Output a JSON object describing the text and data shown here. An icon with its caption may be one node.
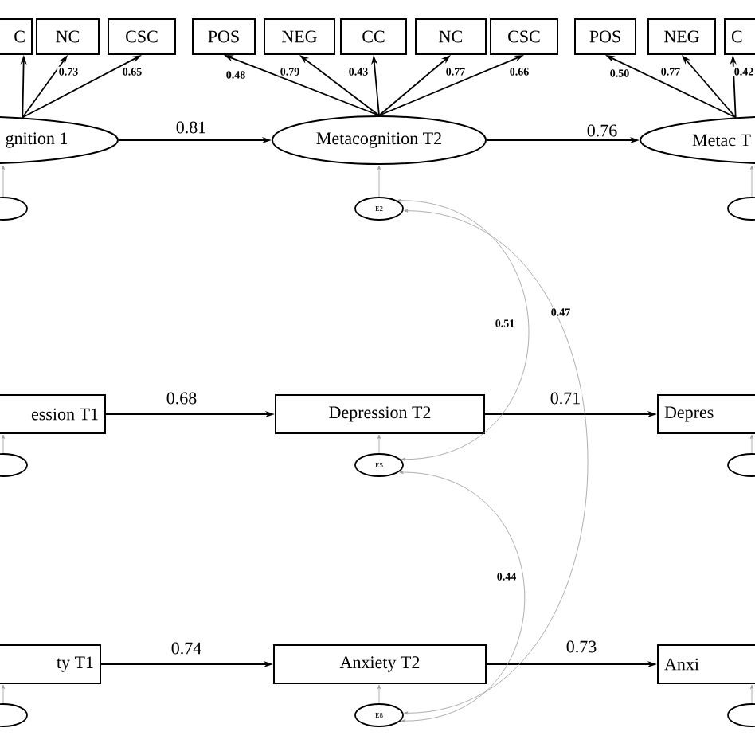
{
  "diagram": {
    "nodes": [
      {
        "text": [
          "C"
        ]
      },
      {
        "text": [
          "NC"
        ]
      },
      {
        "text": [
          "CSC"
        ]
      },
      {
        "text": [
          "POS"
        ]
      },
      {
        "text": [
          "NEG"
        ]
      },
      {
        "text": [
          "CC"
        ]
      },
      {
        "text": [
          "NC"
        ]
      },
      {
        "text": [
          "CSC"
        ]
      },
      {
        "text": [
          "POS"
        ]
      },
      {
        "text": [
          "NEG"
        ]
      },
      {
        "text": [
          "C"
        ]
      },
      {
        "text": [
          "gnition 1"
        ]
      },
      {
        "text": [
          "Metacognition T2"
        ]
      },
      {
        "text": [
          "Metac T"
        ]
      },
      {
        "text": [],
        "shape": "ellipse"
      },
      {
        "text": [
          "E2"
        ]
      },
      {
        "text": [],
        "shape": "ellipse"
      },
      {
        "text": [
          "ession T1"
        ]
      },
      {
        "text": [
          "Depression T2"
        ]
      },
      {
        "text": [
          "Depres"
        ]
      },
      {
        "text": [],
        "shape": "ellipse"
      },
      {
        "text": [
          "E5"
        ]
      },
      {
        "text": [],
        "shape": "ellipse"
      },
      {
        "text": [
          "ty T1"
        ]
      },
      {
        "text": [
          "Anxiety T2"
        ]
      },
      {
        "text": [
          "Anxi"
        ]
      },
      {
        "text": [],
        "shape": "ellipse"
      },
      {
        "text": [
          "E8"
        ]
      },
      {
        "text": [],
        "shape": "ellipse"
      }
    ],
    "edges": [
      {
        "from": 11,
        "to": 0,
        "arrow": "to"
      },
      {
        "from": 11,
        "to": 1,
        "arrow": "to",
        "label": "0.73"
      },
      {
        "from": 11,
        "to": 2,
        "arrow": "to",
        "label": "0.65"
      },
      {
        "from": 12,
        "to": 3,
        "arrow": "to",
        "label": "0.48"
      },
      {
        "from": 12,
        "to": 4,
        "arrow": "to",
        "label": "0.79"
      },
      {
        "from": 12,
        "to": 5,
        "arrow": "to",
        "label": "0.43"
      },
      {
        "from": 12,
        "to": 6,
        "arrow": "to",
        "label": "0.77"
      },
      {
        "from": 12,
        "to": 7,
        "arrow": "to",
        "label": "0.66"
      },
      {
        "from": 13,
        "to": 8,
        "arrow": "to",
        "label": "0.50"
      },
      {
        "from": 13,
        "to": 9,
        "arrow": "to",
        "label": "0.77"
      },
      {
        "from": 13,
        "to": 10,
        "arrow": "to",
        "label": "0.42"
      },
      {
        "from": 11,
        "to": 12,
        "arrow": "to",
        "label": "0.81"
      },
      {
        "from": 12,
        "to": 13,
        "arrow": "to",
        "label": "0.76"
      },
      {
        "from": 17,
        "to": 18,
        "arrow": "to",
        "label": "0.68"
      },
      {
        "from": 18,
        "to": 19,
        "arrow": "to",
        "label": "0.71"
      },
      {
        "from": 23,
        "to": 24,
        "arrow": "to",
        "label": "0.74"
      },
      {
        "from": 24,
        "to": 25,
        "arrow": "to",
        "label": "0.73"
      },
      {
        "from": 14,
        "to": 11,
        "arrow": "to",
        "color": "#999999"
      },
      {
        "from": 15,
        "to": 12,
        "arrow": "to",
        "color": "#999999"
      },
      {
        "from": 16,
        "to": 13,
        "arrow": "to",
        "color": "#999999"
      },
      {
        "from": 20,
        "to": 17,
        "arrow": "to",
        "color": "#999999"
      },
      {
        "from": 21,
        "to": 18,
        "arrow": "to",
        "color": "#999999"
      },
      {
        "from": 22,
        "to": 19,
        "arrow": "to",
        "color": "#999999"
      },
      {
        "from": 26,
        "to": 23,
        "arrow": "to",
        "color": "#999999"
      },
      {
        "from": 27,
        "to": 24,
        "arrow": "to",
        "color": "#999999"
      },
      {
        "from": 28,
        "to": 25,
        "arrow": "to",
        "color": "#999999"
      },
      {
        "from": 15,
        "to": 21,
        "arrow": "both",
        "label": "0.51",
        "color": "#999999"
      },
      {
        "from": 15,
        "to": 27,
        "arrow": "both",
        "label": "0.47",
        "color": "#999999"
      },
      {
        "from": 21,
        "to": 27,
        "arrow": "both",
        "label": "0.44",
        "color": "#999999"
      }
    ]
  }
}
